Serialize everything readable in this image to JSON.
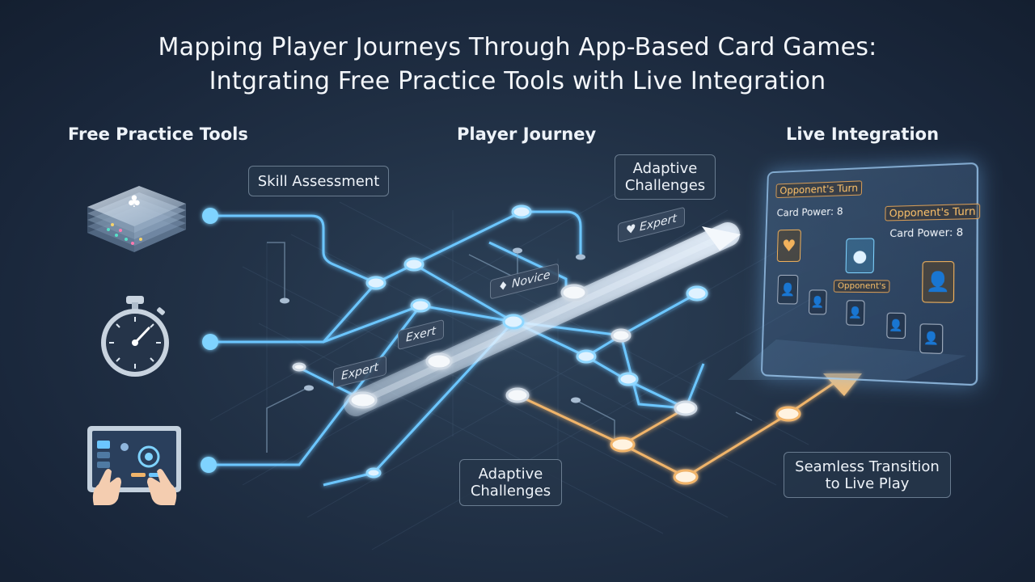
{
  "title": {
    "line1": "Mapping Player Journeys Through App-Based Card Games:",
    "line2": "Intgrating Free Practice Tools with Live Integration"
  },
  "columns": {
    "left": "Free Practice Tools",
    "middle": "Player Journey",
    "right": "Live Integration"
  },
  "callouts": {
    "skill_assessment": "Skill Assessment",
    "adaptive_top": {
      "line1": "Adaptive",
      "line2": "Challenges"
    },
    "adaptive_bottom": {
      "line1": "Adaptive",
      "line2": "Challenges"
    },
    "seamless": {
      "line1": "Seamless Transition",
      "line2": "to Live Play"
    }
  },
  "path_tags": {
    "expert_top": "Expert",
    "novice": "Novice",
    "expert_mid": "Exert",
    "expert_left": "Expert"
  },
  "live_panel": {
    "opponent_turn_1": "Opponent's Turn",
    "card_power_1": "Card Power: 8",
    "opponent_turn_2": "Opponent's Turn",
    "card_power_2": "Card Power: 8",
    "center_badge": "Opponent's"
  },
  "tool_icons": [
    "card-stack-icon",
    "stopwatch-icon",
    "tablet-touch-icon"
  ],
  "colors": {
    "path_blue": "#6cc6ff",
    "path_orange": "#f0b46a",
    "background": "#1d2b3f"
  }
}
